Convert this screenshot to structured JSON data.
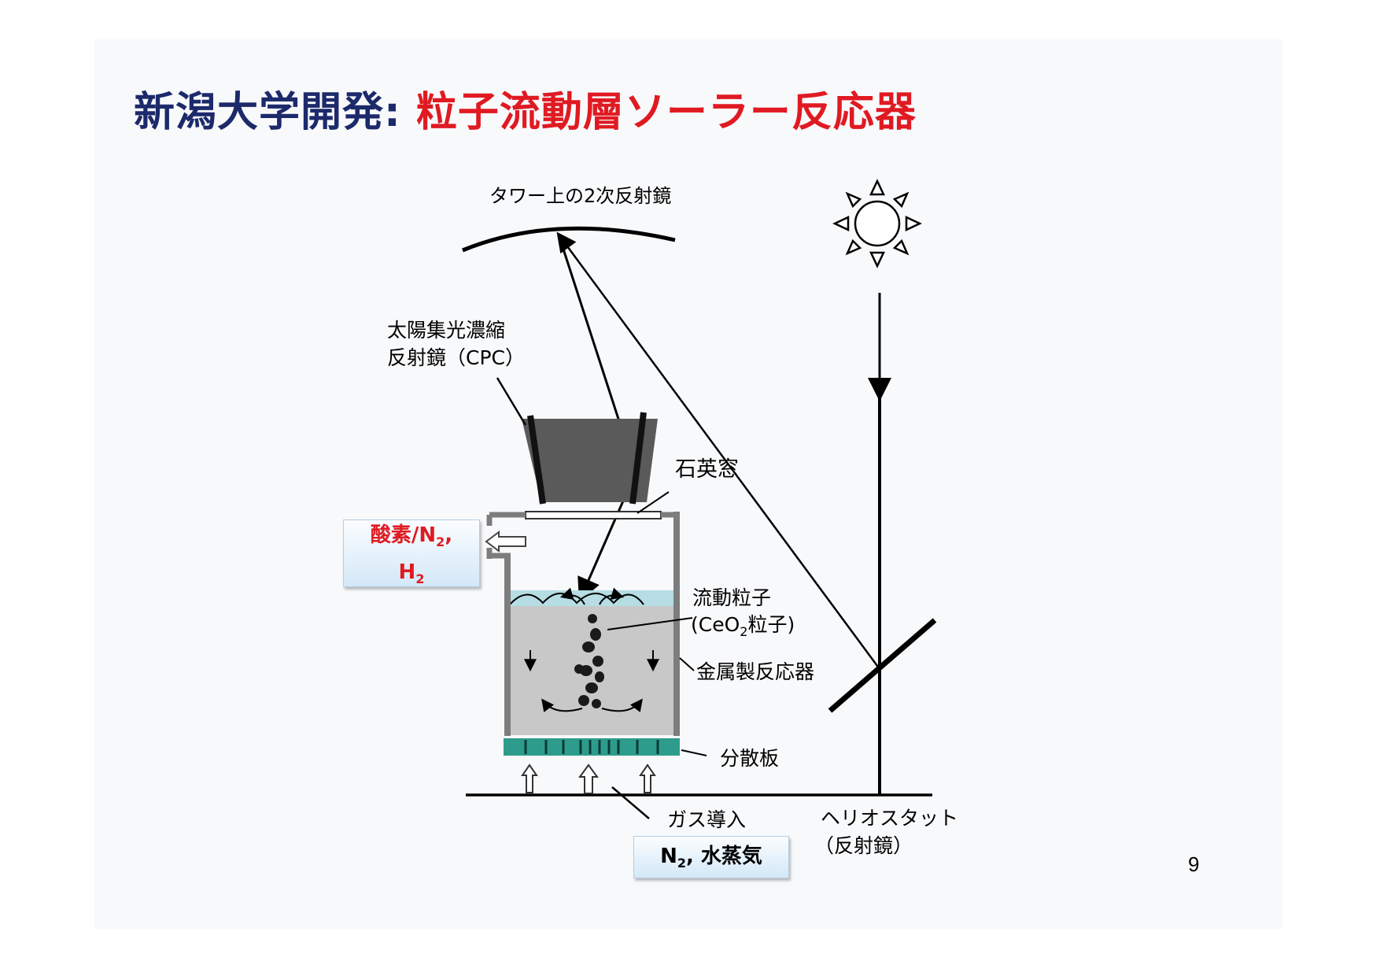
{
  "title": {
    "lead": "新潟大学開発",
    "separator": ":",
    "highlight": "粒子流動層ソーラー反応器"
  },
  "labels": {
    "secondary_mirror": "タワー上の2次反射鏡",
    "cpc_line1": "太陽集光濃縮",
    "cpc_line2": "反射鏡（CPC）",
    "quartz_window": "石英窓",
    "fluid_particles_line1": "流動粒子",
    "fluid_particles_line2_pre": "(CeO",
    "fluid_particles_line2_sub": "2",
    "fluid_particles_line2_post": "粒子)",
    "metal_reactor": "金属製反応器",
    "distributor": "分散板",
    "gas_inlet": "ガス導入",
    "heliostat_line1": "ヘリオスタット",
    "heliostat_line2": "（反射鏡）"
  },
  "outlet_gas": {
    "prefix": "酸素/N",
    "sub1": "2",
    "comma": ",",
    "line2": "H",
    "sub2": "2"
  },
  "inlet_gas": {
    "prefix": "N",
    "sub": "2",
    "suffix": ", 水蒸気"
  },
  "page_number": "9",
  "colors": {
    "title_blue": "#1c2a6b",
    "title_red": "#e01a22",
    "bed_teal": "#2e9c8c",
    "bed_gray": "#c8c8c8",
    "cpc_gray": "#5a5a5a"
  }
}
